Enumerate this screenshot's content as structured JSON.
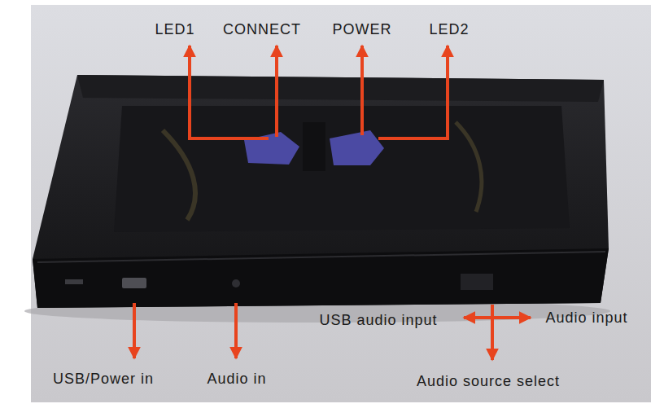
{
  "diagram": {
    "labels": [
      "LED1",
      "CONNECT",
      "POWER",
      "LED2",
      "USB audio input",
      "Audio input",
      "USB/Power in",
      "Audio in",
      "Audio source select"
    ]
  }
}
